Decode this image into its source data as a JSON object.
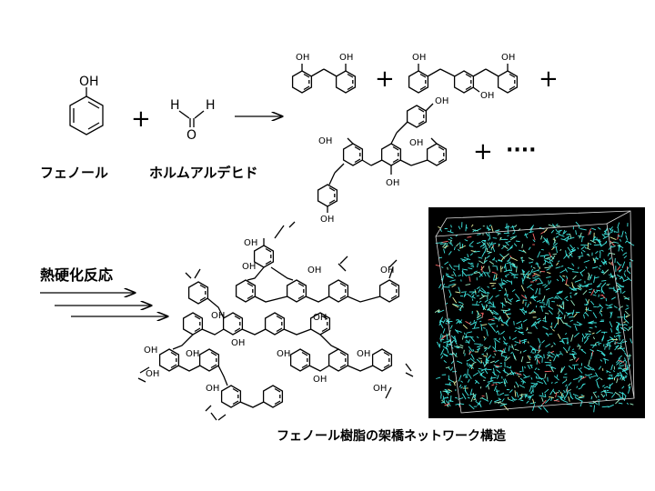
{
  "reactants": {
    "phenol": {
      "oh_label": "OH",
      "name": "フェノール"
    },
    "formaldehyde": {
      "h1": "H",
      "h2": "H",
      "o": "O",
      "name": "ホルムアルデヒド"
    }
  },
  "products": {
    "oh": "OH",
    "plus": "+",
    "ellipsis": "····"
  },
  "reaction": {
    "label": "熱硬化反応"
  },
  "network": {
    "caption": "フェノール樹脂の架橋ネットワーク構造"
  }
}
